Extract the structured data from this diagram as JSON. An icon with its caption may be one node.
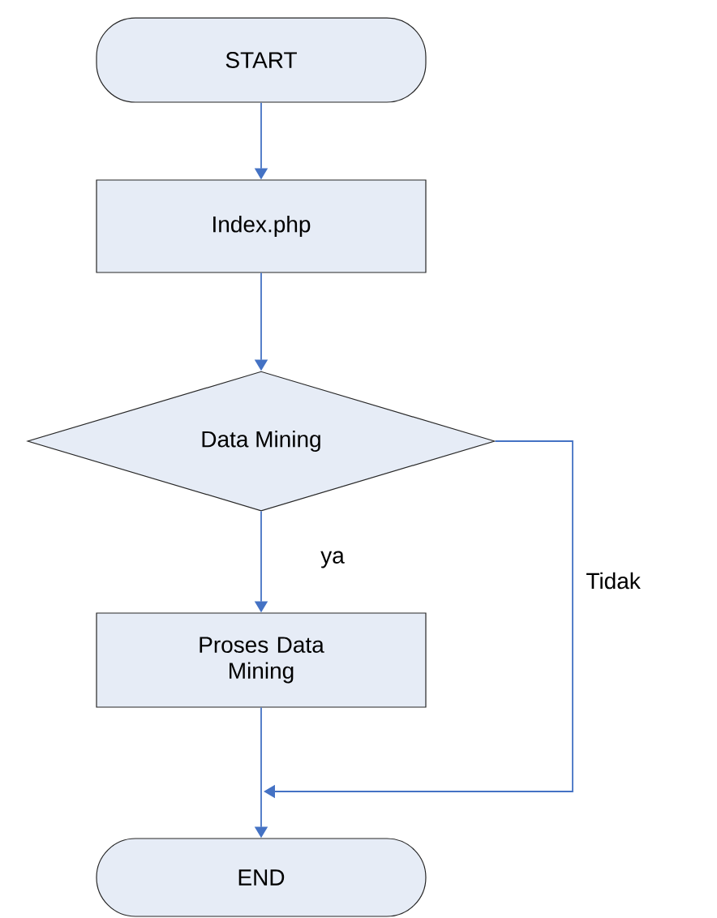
{
  "diagram": {
    "nodes": [
      {
        "text": [
          "START"
        ]
      },
      {
        "text": [
          "Index.php"
        ]
      },
      {
        "text": [
          "Data Mining"
        ]
      },
      {
        "text": [
          "Proses Data Mining"
        ]
      },
      {
        "text": [
          "END"
        ]
      }
    ],
    "edges": [
      {
        "from": 0,
        "to": 1,
        "arrow": "to"
      },
      {
        "from": 1,
        "to": 2,
        "arrow": "to"
      },
      {
        "from": 2,
        "to": 3,
        "arrow": "to",
        "label": "ya"
      },
      {
        "from": 3,
        "to": 4,
        "arrow": "to"
      },
      {
        "from": 2,
        "to": 4,
        "arrow": "to",
        "label": "Tidak"
      }
    ]
  }
}
